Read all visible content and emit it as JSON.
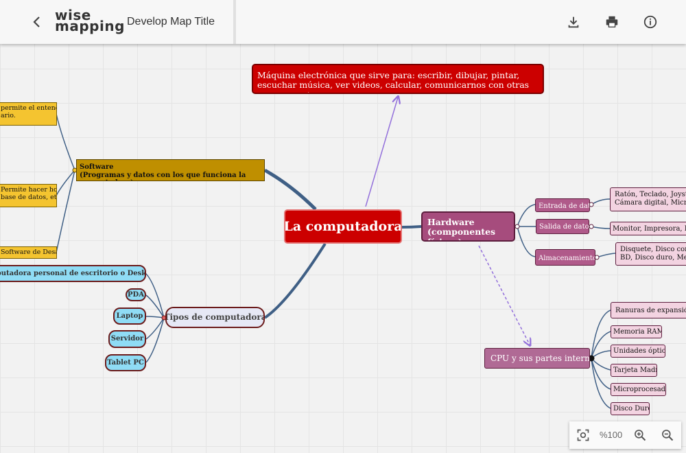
{
  "header": {
    "logo_line1": "wise",
    "logo_line2": "mapping",
    "map_title": "Develop Map Title",
    "icons": [
      "back-icon",
      "download-icon",
      "print-icon",
      "info-icon"
    ]
  },
  "map": {
    "central": "La computadora",
    "description_line1": "Máquina electrónica que sirve para: escribir, dibujar, pintar,",
    "description_line2": "escuchar música, ver videos, calcular, comunicarnos con otras personas, etc-",
    "software": {
      "line1": "Software",
      "line2": "(Programas y datos con los que funciona la computadora)",
      "items": [
        {
          "line1": "permite el entendimiento",
          "line2": "ario."
        },
        {
          "line1": "Permite hacer hojas de",
          "line2": "base de datos, etc."
        },
        {
          "line1": "Software de Desarrollo",
          "line2": ""
        }
      ]
    },
    "hardware": {
      "line1": "Hardware",
      "line2": "(componentes físicos)",
      "subs": [
        {
          "label": "Entrada de datos",
          "leaf_line1": "Ratón, Teclado, Joystick",
          "leaf_line2": "Cámara digital, Micrófono"
        },
        {
          "label": "Salida de datos",
          "leaf_line1": "Monitor, Impresora, Bocinas",
          "leaf_line2": ""
        },
        {
          "label": "Almacenamiento",
          "leaf_line1": "Disquete, Disco compacto",
          "leaf_line2": "BD, Disco duro, Memoria"
        }
      ]
    },
    "cpu": {
      "label": "CPU y sus partes internas",
      "items": [
        "Ranuras de expansión o",
        "Memoria RAM",
        "Unidades ópticas",
        "Tarjeta Madre",
        "Microprocesador",
        "Disco Duro"
      ]
    },
    "tipos": {
      "label": "Tipos de computadora",
      "items": [
        "Computadora personal de escritorio o Desktop",
        "PDA",
        "Laptop",
        "Servidor",
        "Tablet PC"
      ]
    }
  },
  "zoom": {
    "level": "%100",
    "icons": [
      "fit-screen-icon",
      "zoom-in-icon",
      "zoom-out-icon"
    ]
  },
  "colors": {
    "central": "#cc0000",
    "software": "#bf8f00",
    "software_item": "#f4c430",
    "hardware": "#a64c7d",
    "hardware_leaf": "#f3d3e1",
    "tipos_item": "#8fdcf5",
    "connector": "#3f5f85",
    "relation_arrow": "#9370db"
  }
}
